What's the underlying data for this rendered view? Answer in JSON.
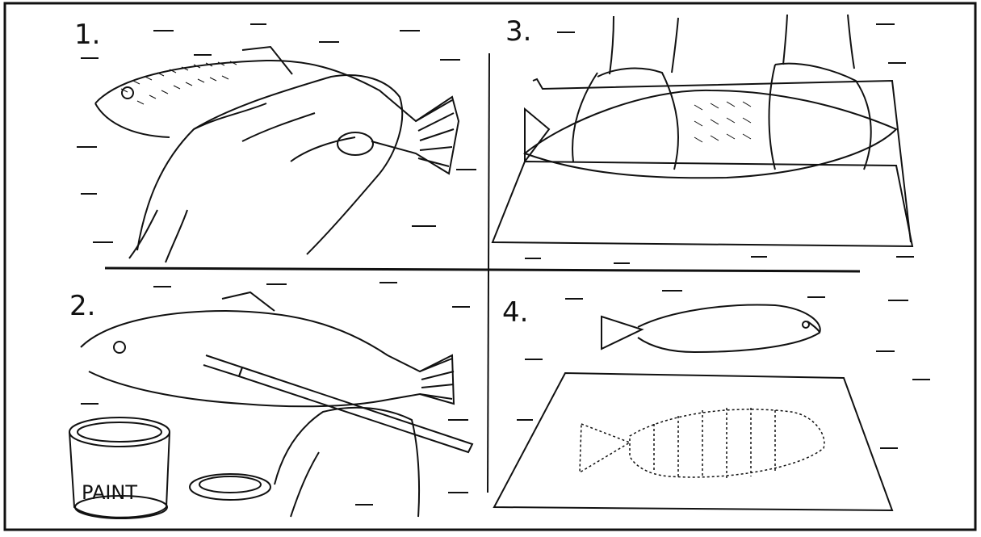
{
  "panels": [
    {
      "id": "p1",
      "number": "1.",
      "subject": "hand-pressing-fish"
    },
    {
      "id": "p2",
      "number": "2.",
      "subject": "brushing-paint-on-fish"
    },
    {
      "id": "p3",
      "number": "3.",
      "subject": "pressing-paper-onto-fish"
    },
    {
      "id": "p4",
      "number": "4.",
      "subject": "fish-and-print"
    }
  ],
  "paint_can": {
    "label": "PAINT"
  },
  "colors": {
    "ink": "#111111",
    "paper": "#ffffff"
  }
}
